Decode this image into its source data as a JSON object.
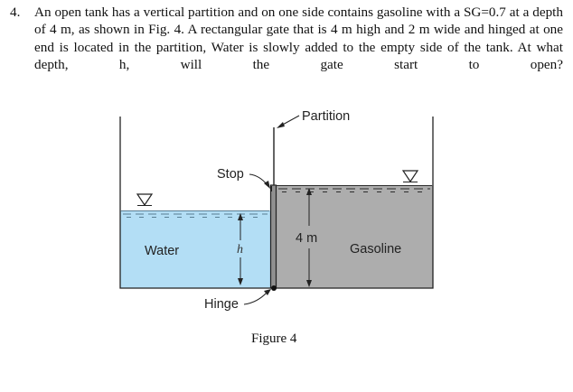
{
  "problem": {
    "number": "4.",
    "text": "An open tank has a vertical partition and on one side contains gasoline with a SG=0.7 at a depth of 4 m, as shown in Fig. 4. A rectangular gate that is 4 m high and 2 m wide and hinged at one end is located in the partition, Water is slowly added to the empty side of the tank. At what depth, h, will the gate start to open?"
  },
  "figure": {
    "labels": {
      "partition": "Partition",
      "stop": "Stop",
      "water": "Water",
      "h": "h",
      "depth": "4 m",
      "gasoline": "Gasoline",
      "hinge": "Hinge"
    },
    "caption": "Figure 4",
    "colors": {
      "water": "#b3def5",
      "gasoline": "#adadad",
      "outline": "#222222"
    }
  }
}
